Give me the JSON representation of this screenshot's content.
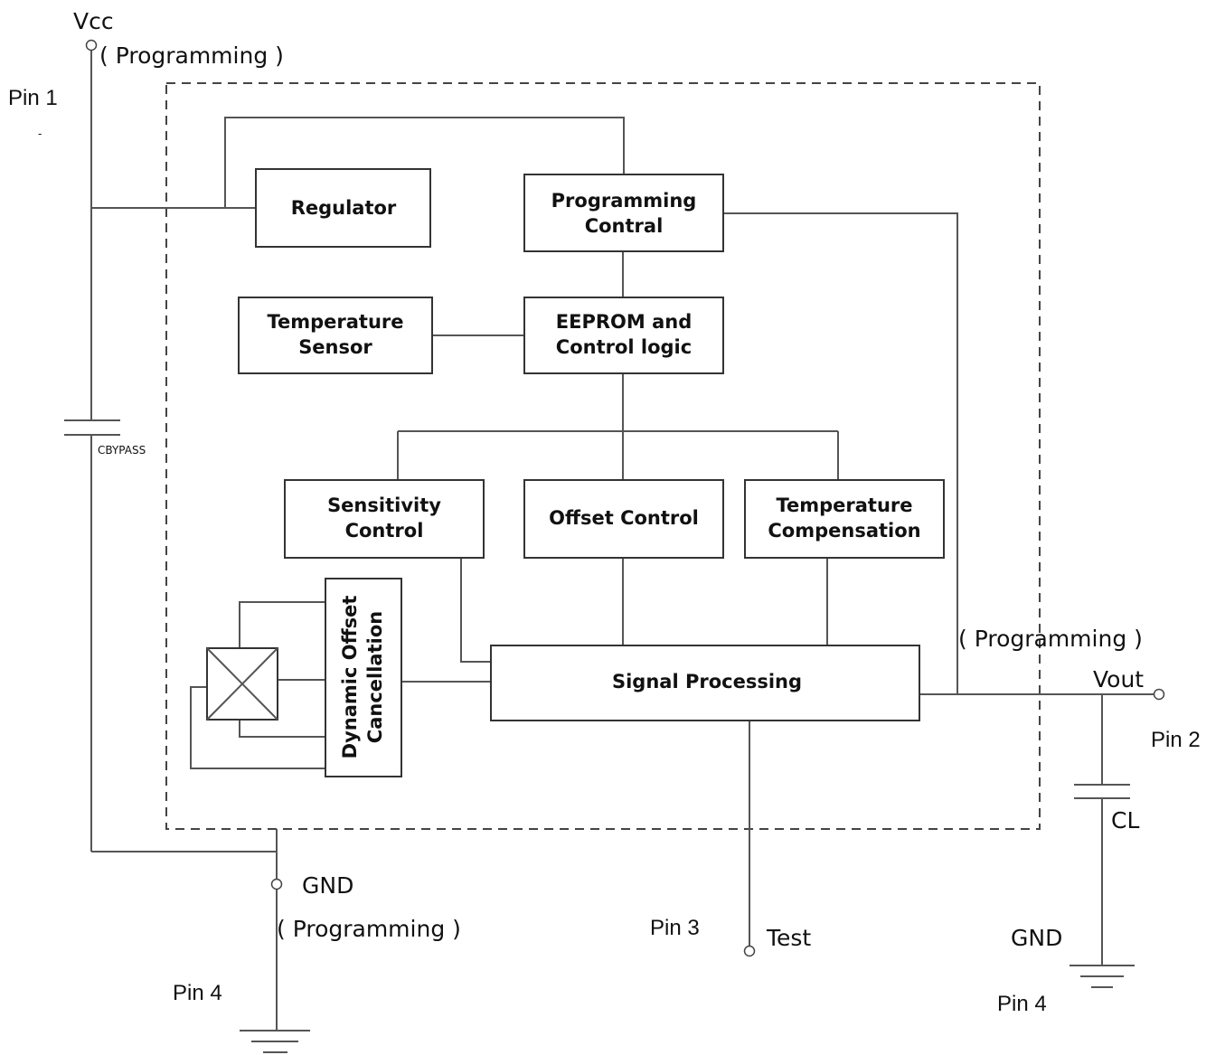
{
  "labels": {
    "vcc": "Vcc",
    "vcc_programming": "( Programming )",
    "pin1": "Pin 1",
    "pin1_mark": "-",
    "cbypass": "CBYPASS",
    "gnd_left": "GND",
    "gnd_left_programming": "( Programming )",
    "pin4_left": "Pin 4",
    "pin3": "Pin 3",
    "test": "Test",
    "vout_programming": "( Programming )",
    "vout": "Vout",
    "pin2": "Pin 2",
    "cl": "CL",
    "gnd_right": "GND",
    "pin4_right": "Pin 4"
  },
  "blocks": {
    "regulator": "Regulator",
    "programming_control": [
      "Programming",
      "Contral"
    ],
    "temperature_sensor": [
      "Temperature",
      "Sensor"
    ],
    "eeprom": [
      "EEPROM and",
      "Control logic"
    ],
    "sensitivity": [
      "Sensitivity",
      "Control"
    ],
    "offset": "Offset Control",
    "temp_comp": [
      "Temperature",
      "Compensation"
    ],
    "dynamic_offset": [
      "Dynamic Offset",
      "Cancellation"
    ],
    "signal_processing": "Signal Processing"
  }
}
